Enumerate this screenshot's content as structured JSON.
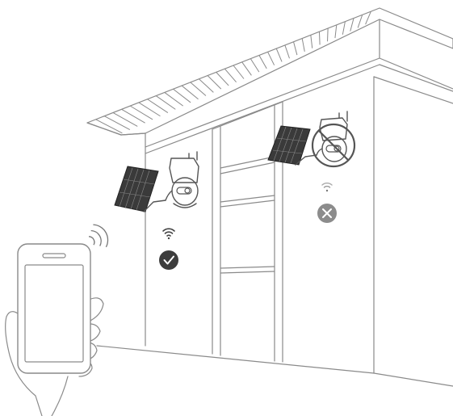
{
  "figure": {
    "description_free": true,
    "cameras": [
      {
        "id": "camera-good-signal",
        "status": "check",
        "status_color": "#3d3d3d"
      },
      {
        "id": "camera-no-signal",
        "status": "cross",
        "status_color": "#8c8c8c"
      }
    ],
    "icons": [
      "wifi-icon",
      "checkmark-icon",
      "cross-icon",
      "solar-panel-icon",
      "camera-icon",
      "smartphone-icon",
      "signal-waves-icon",
      "hand-icon"
    ],
    "colors": {
      "line": "#8a8a8a",
      "dark": "#3d3d3d",
      "panel": "#3a3a3a",
      "muted": "#8c8c8c"
    }
  }
}
